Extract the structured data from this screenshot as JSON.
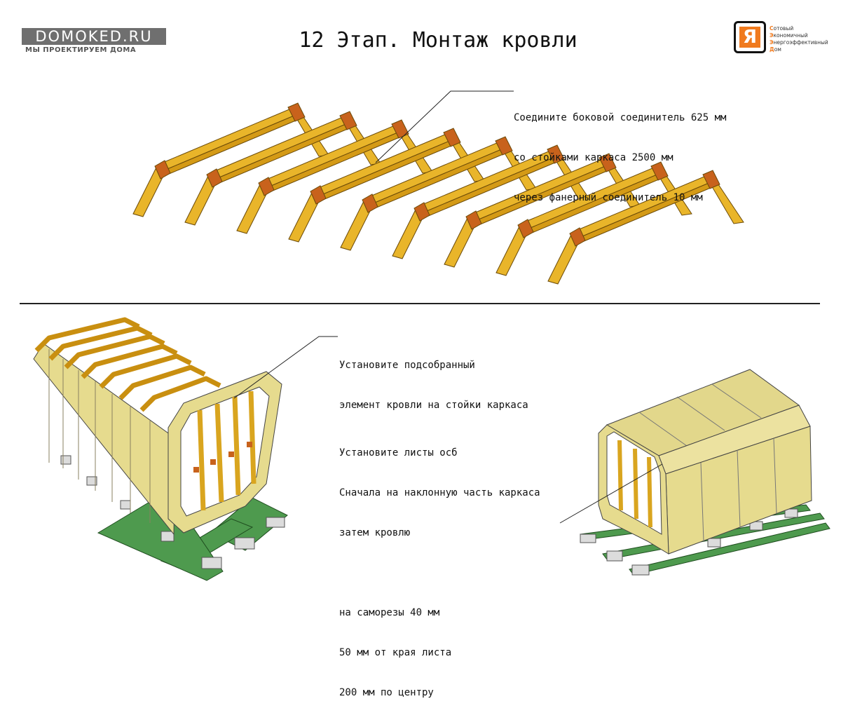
{
  "logo": {
    "name": "DOMOKED.RU",
    "tagline": "МЫ ПРОЕКТИРУЕМ ДОМА"
  },
  "title": "12 Этап. Монтаж кровли",
  "badge": {
    "letter": "Я",
    "lines": [
      {
        "first": "С",
        "rest": "отовый"
      },
      {
        "first": "Э",
        "rest": "кономичный"
      },
      {
        "first": "Э",
        "rest": "нергоэффективный"
      },
      {
        "first": "Д",
        "rest": "ом"
      }
    ]
  },
  "notes": {
    "connector": [
      "Соедините боковой соединитель 625 мм",
      "со стойками каркаса 2500 мм",
      "через фанерный соединитель 10 мм"
    ],
    "install": [
      "Установите подсобранный",
      "элемент кровли на стойки каркаса"
    ],
    "osb": [
      "Установите листы осб",
      "Сначала на наклонную часть каркаса",
      "затем кровлю",
      "",
      "на саморезы 40 мм",
      "50 мм от края листа",
      "200 мм по центру"
    ]
  },
  "colors": {
    "wood": "#e9b52a",
    "joint": "#c8621c",
    "panel": "#e6db8e",
    "sill": "#4e9a4e",
    "block": "#dcdcdc"
  }
}
